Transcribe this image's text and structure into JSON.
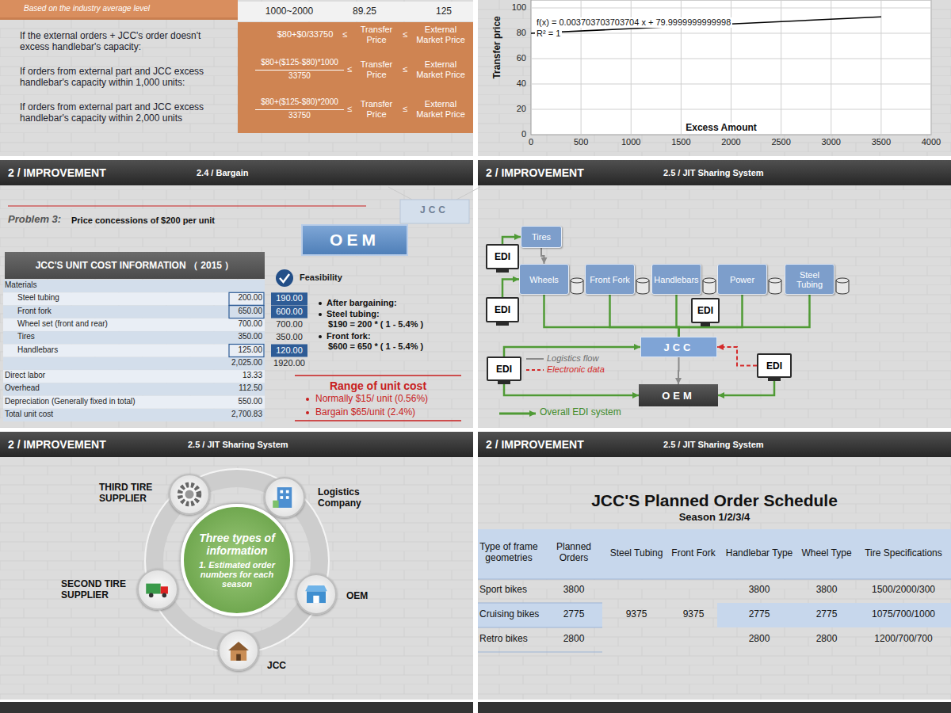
{
  "diagram": {
    "nodes": [
      {
        "text": [
          "Based on the industry average level"
        ]
      },
      {
        "text": [
          "$80+$0/33750",
          "≤",
          "Transfer Price",
          "≤",
          "External Market Price",
          "$80+($125-$80)*1000",
          "33750",
          "≤",
          "Transfer Price",
          "≤",
          "External Market Price",
          "$80+($125-$80)*2000",
          "33750",
          "≤",
          "Transfer Price",
          "≤",
          "External Market Price"
        ]
      },
      {
        "text": [
          "2 / IMPROVEMENT",
          "2.4 / Bargain"
        ]
      },
      {
        "text": [
          "JCC'S UNIT COST INFORMATION （ 2015 ）"
        ]
      },
      {
        "text": [
          "OEM"
        ]
      },
      {
        "text": [
          "2 / IMPROVEMENT",
          "2.5 / JIT Sharing System"
        ]
      },
      {
        "text": [
          "EDI"
        ]
      },
      {
        "text": [
          "Tires"
        ]
      },
      {
        "text": [
          "Wheels"
        ]
      },
      {
        "text": [
          "Front Fork"
        ]
      },
      {
        "text": [
          "Handlebars"
        ]
      },
      {
        "text": [
          "Power"
        ]
      },
      {
        "text": [
          "Steel Tubing"
        ]
      },
      {
        "text": [
          "EDI"
        ]
      },
      {
        "text": [
          "EDI"
        ]
      },
      {
        "text": [
          "JCC"
        ]
      },
      {
        "text": [
          "EDI"
        ]
      },
      {
        "text": [
          "EDI"
        ]
      },
      {
        "text": [
          "OEM"
        ]
      },
      {
        "text": [
          "2 / IMPROVEMENT",
          "2.5 / JIT Sharing System"
        ]
      },
      {
        "text": [
          "THIRD TIRE SUPPLIER"
        ]
      },
      {
        "text": [
          "Logistics Company"
        ]
      },
      {
        "text": [
          "Three types of information",
          "1. Estimated order numbers for each season"
        ]
      },
      {
        "text": [
          "SECOND TIRE SUPPLIER"
        ]
      },
      {
        "text": [
          "OEM"
        ]
      },
      {
        "text": [
          "JCC"
        ]
      },
      {
        "text": [
          "2 / IMPROVEMENT",
          "2.5 / JIT Sharing System"
        ]
      }
    ],
    "edges": [
      {
        "from": 6,
        "to": 7,
        "arrow": "to"
      },
      {
        "from": 7,
        "to": 8,
        "arrow": "to"
      },
      {
        "from": 13,
        "to": 8,
        "arrow": "to"
      },
      {
        "from": 8,
        "to": 15,
        "arrow": "none"
      },
      {
        "from": 9,
        "to": 15,
        "arrow": "none"
      },
      {
        "from": 10,
        "to": 15,
        "arrow": "none"
      },
      {
        "from": 11,
        "to": 15,
        "arrow": "none"
      },
      {
        "from": 12,
        "to": 15,
        "arrow": "none"
      },
      {
        "from": 15,
        "to": 18,
        "arrow": "to"
      },
      {
        "from": 16,
        "to": 15,
        "arrow": "to"
      },
      {
        "from": 16,
        "to": 18,
        "arrow": "to"
      },
      {
        "from": 17,
        "to": 18,
        "arrow": "to"
      },
      {
        "from": 17,
        "to": 15,
        "arrow": "to"
      }
    ],
    "labels": [
      "1000~2000",
      "89.25",
      "125",
      "If the external orders + JCC's order doesn't excess handlebar's capacity:",
      "If orders from external part and JCC excess handlebar's capacity within 1,000 units:",
      "If orders from external part and JCC excess handlebar's capacity within 2,000 units",
      "Transfer price",
      "100",
      "80",
      "60",
      "40",
      "20",
      "0",
      "0",
      "500",
      "1000",
      "1500",
      "2000",
      "2500",
      "3000",
      "3500",
      "4000",
      "Excess Amount",
      "f(x) = 0.003703703703704 x + 79.9999999999998",
      "R² = 1",
      "Problem 3:",
      "Price concessions of $200 per unit",
      "Materials",
      "Steel tubing",
      "200.00",
      "Front fork",
      "650.00",
      "Wheel set (front and rear)",
      "700.00",
      "Tires",
      "350.00",
      "Handlebars",
      "125.00",
      "2,025.00",
      "Direct labor",
      "13.33",
      "Overhead",
      "112.50",
      "Depreciation (Generally fixed in total)",
      "550.00",
      "Total unit cost",
      "2,700.83",
      "190.00",
      "600.00",
      "700.00",
      "350.00",
      "120.00",
      "1920.00",
      "JCC",
      "Feasibility",
      "After bargaining:",
      "Steel tubing:",
      "$190 = 200 * ( 1 - 5.4% )",
      "Front fork:",
      "$600 = 650 * ( 1 - 5.4% )",
      "Range of unit cost",
      "Normally $15/ unit (0.56%)",
      "Bargain   $65/unit (2.4%)",
      "JCC'S Planned Order Schedule",
      "Season 1/2/3/4",
      "Type of frame geometries",
      "Planned Orders",
      "Steel Tubing",
      "Front Fork",
      "Handlebar Type",
      "Wheel Type",
      "Tire Specifications",
      "Sport bikes",
      "3800",
      "3800",
      "3800",
      "1500/2000/300",
      "Cruising bikes",
      "2775",
      "9375",
      "9375",
      "2775",
      "2775",
      "1075/700/1000",
      "Retro bikes",
      "2800",
      "2800",
      "2800",
      "1200/700/700"
    ],
    "legend": [
      {
        "text": "Logistics flow"
      },
      {
        "text": "Electronic data"
      },
      {
        "text": "Overall EDI system"
      }
    ]
  }
}
